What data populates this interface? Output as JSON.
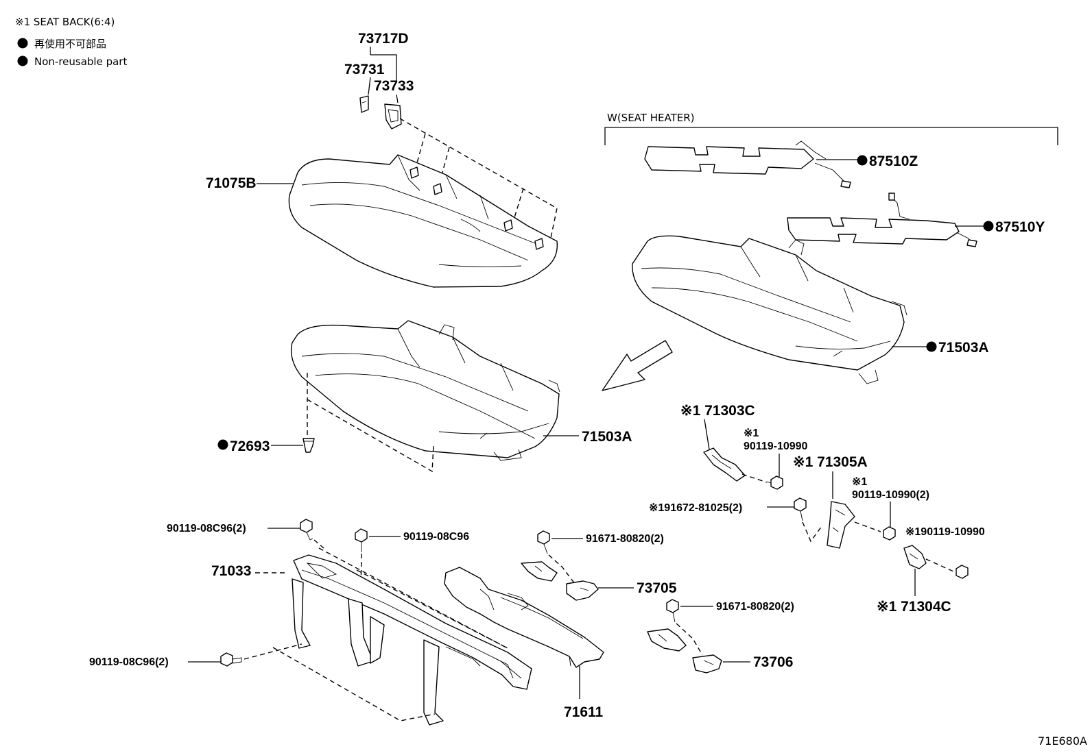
{
  "legend": {
    "seat_back_note": "※1 SEAT BACK(6:4)",
    "non_reusable_jp": "再使用不可部品",
    "non_reusable_en": "Non-reusable part"
  },
  "group_labels": {
    "seat_heater": "W(SEAT HEATER)"
  },
  "parts": {
    "p73717D": "73717D",
    "p73731": "73731",
    "p73733": "73733",
    "p71075B": "71075B",
    "p87510Z": "87510Z",
    "p87510Y": "87510Y",
    "p71503A_right": "71503A",
    "p71503A_left": "71503A",
    "p72693": "72693",
    "p71303C": "※1 71303C",
    "p90119_10990_a_note": "※1",
    "p90119_10990_a": "90119-10990",
    "p71305A": "※1 71305A",
    "p90119_10990_b_note": "※1",
    "p90119_10990_b": "90119-10990(2)",
    "p91672_81025": "※191672-81025(2)",
    "p90119_10990_c": "※190119-10990",
    "p71304C": "※1 71304C",
    "p90119_08C96_top": "90119-08C96(2)",
    "p90119_08C96_mid": "90119-08C96",
    "p91671_80820_a": "91671-80820(2)",
    "p73705": "73705",
    "p71033": "71033",
    "p91671_80820_b": "91671-80820(2)",
    "p73706": "73706",
    "p90119_08C96_low": "90119-08C96(2)",
    "p71611": "71611"
  },
  "illustration_code": "71E680A"
}
